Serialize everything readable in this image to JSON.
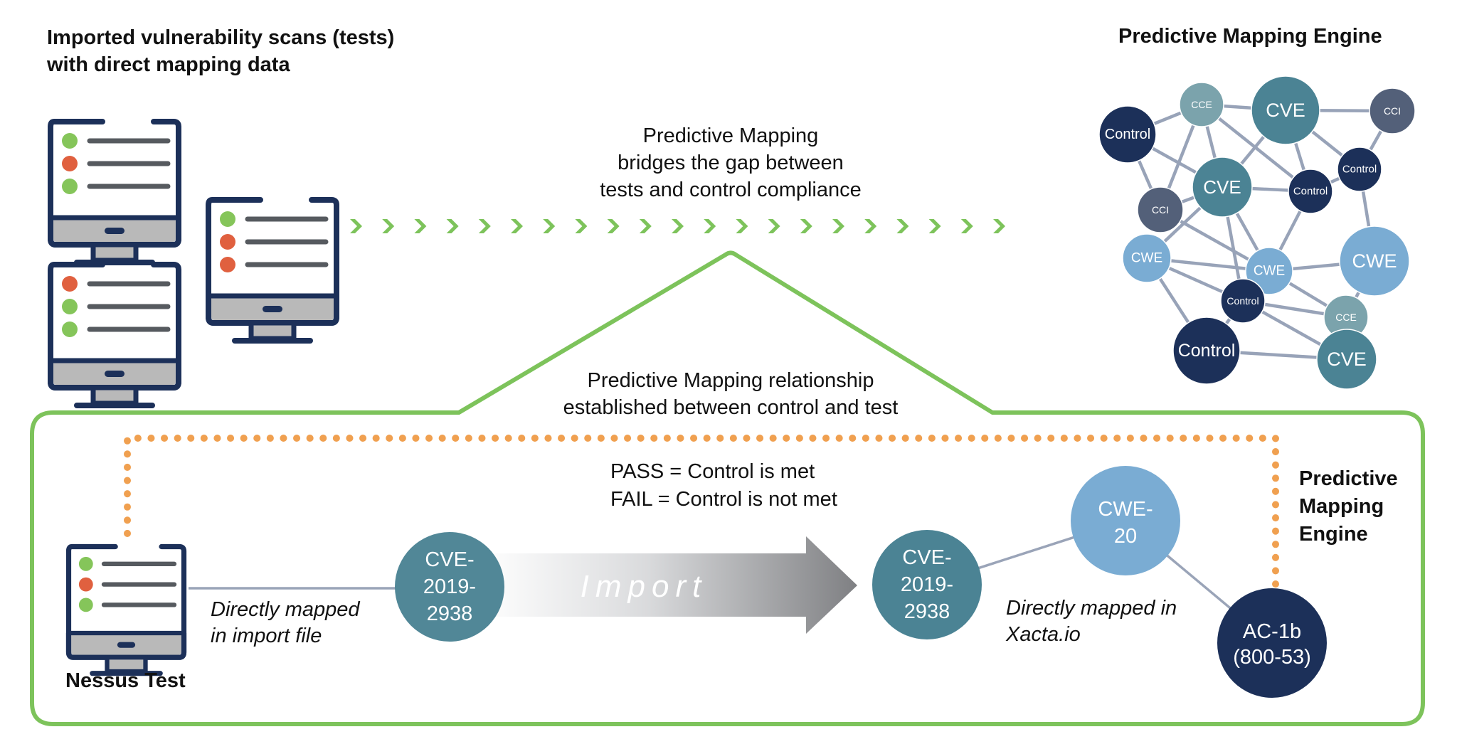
{
  "colors": {
    "green": "#7dc35b",
    "orange": "#f0a050",
    "navy": "#1c3059",
    "teal": "#4b8394",
    "light_teal": "#7ba3ac",
    "slate": "#536079",
    "sky": "#7aacd3",
    "pass_dot": "#85c55a",
    "fail_dot": "#e0603f",
    "line_gray": "#565a5f",
    "base_gray": "#b9b9b9",
    "edge_gray": "#98a3b8"
  },
  "header": {
    "left_title_line1": "Imported vulnerability scans (tests)",
    "left_title_line2": "with direct mapping data",
    "right_title": "Predictive Mapping Engine"
  },
  "bridge": {
    "line1": "Predictive Mapping",
    "line2": "bridges the gap between",
    "line3": "tests and control compliance",
    "chevron_count": 21
  },
  "monitors": [
    {
      "status": [
        "pass",
        "fail",
        "pass"
      ]
    },
    {
      "status": [
        "fail",
        "pass",
        "pass"
      ]
    },
    {
      "status": [
        "pass",
        "fail",
        "fail"
      ]
    }
  ],
  "network": {
    "nodes": [
      {
        "id": "n1",
        "label": "Control",
        "type": "control"
      },
      {
        "id": "n2",
        "label": "CCE",
        "type": "cce"
      },
      {
        "id": "n3",
        "label": "CVE",
        "type": "cve"
      },
      {
        "id": "n4",
        "label": "CCI",
        "type": "cci"
      },
      {
        "id": "n5",
        "label": "CVE",
        "type": "cve"
      },
      {
        "id": "n6",
        "label": "Control",
        "type": "control"
      },
      {
        "id": "n7",
        "label": "Control",
        "type": "control"
      },
      {
        "id": "n8",
        "label": "CCI",
        "type": "cci"
      },
      {
        "id": "n9",
        "label": "CWE",
        "type": "cwe"
      },
      {
        "id": "n10",
        "label": "CWE",
        "type": "cwe"
      },
      {
        "id": "n11",
        "label": "CWE",
        "type": "cwe"
      },
      {
        "id": "n12",
        "label": "Control",
        "type": "control"
      },
      {
        "id": "n13",
        "label": "CCE",
        "type": "cce"
      },
      {
        "id": "n14",
        "label": "Control",
        "type": "control"
      },
      {
        "id": "n15",
        "label": "CVE",
        "type": "cve"
      }
    ]
  },
  "relationship": {
    "line1": "Predictive Mapping relationship",
    "line2": "established between control and test"
  },
  "panel": {
    "pass_text": "PASS = Control is met",
    "fail_text": "FAIL = Control is not met",
    "test_label": "Nessus Test",
    "test_status": [
      "pass",
      "fail",
      "pass"
    ],
    "direct_import_line1": "Directly mapped",
    "direct_import_line2": "in import file",
    "cve_left": [
      "CVE-",
      "2019-",
      "2938"
    ],
    "import_label": "Import",
    "cve_right": [
      "CVE-",
      "2019-",
      "2938"
    ],
    "cwe": [
      "CWE-",
      "20"
    ],
    "direct_xacta_line1": "Directly mapped in",
    "direct_xacta_line2": "Xacta.io",
    "control": [
      "AC-1b",
      "(800-53)"
    ],
    "engine_label": [
      "Predictive",
      "Mapping",
      "Engine"
    ]
  }
}
